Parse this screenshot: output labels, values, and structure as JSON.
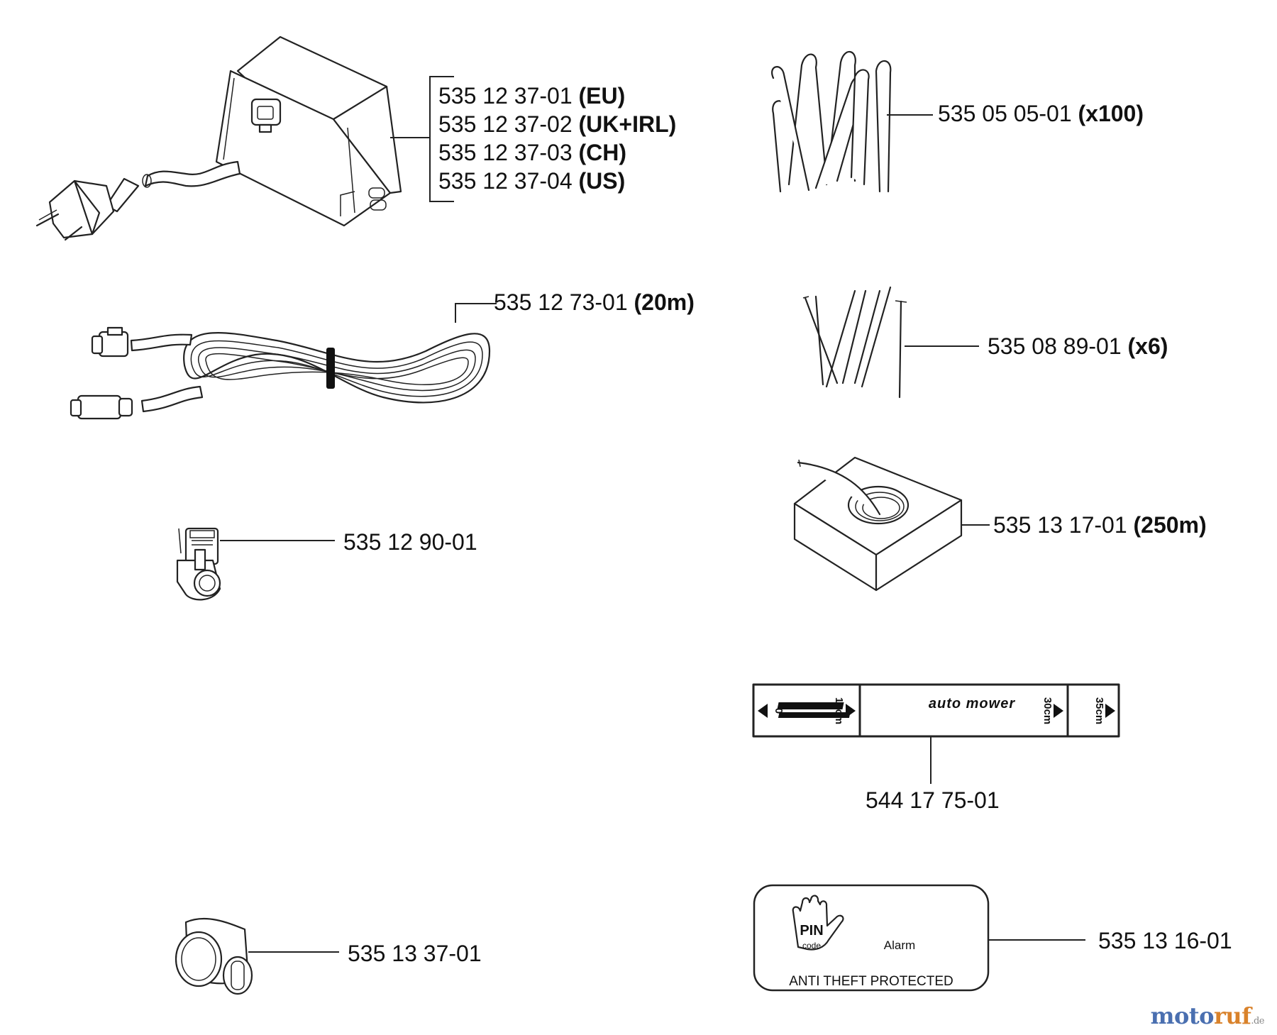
{
  "parts": {
    "power_supply": {
      "variants": [
        {
          "number": "535 12 37-01",
          "suffix": "(EU)"
        },
        {
          "number": "535 12 37-02",
          "suffix": "(UK+IRL)"
        },
        {
          "number": "535 12 37-03",
          "suffix": "(CH)"
        },
        {
          "number": "535 12 37-04",
          "suffix": "(US)"
        }
      ]
    },
    "pegs_large": {
      "number": "535 05 05-01",
      "suffix": "(x100)"
    },
    "low_voltage_cable": {
      "number": "535 12 73-01",
      "suffix": "(20m)"
    },
    "pegs_small": {
      "number": "535 08 89-01",
      "suffix": "(x6)"
    },
    "boundary_wire": {
      "number": "535 13 17-01",
      "suffix": "(250m)"
    },
    "coupler": {
      "number": "535 12 90-01"
    },
    "measuring_tape": {
      "number": "544 17 75-01",
      "marks": [
        "0",
        "10cm",
        "30cm",
        "35cm"
      ],
      "logo_text": "auto mower"
    },
    "connector": {
      "number": "535 13 37-01"
    },
    "decal": {
      "number": "535 13 16-01",
      "pin_label": "PIN",
      "code_label": "code",
      "alarm_label": "Alarm",
      "caption": "ANTI THEFT PROTECTED"
    }
  },
  "watermark": {
    "part1": "moto",
    "part2": "ruf",
    "tld": ".de"
  },
  "colors": {
    "line": "#222222",
    "watermark_blue": "#4a6fb0",
    "watermark_orange": "#d9822b"
  }
}
